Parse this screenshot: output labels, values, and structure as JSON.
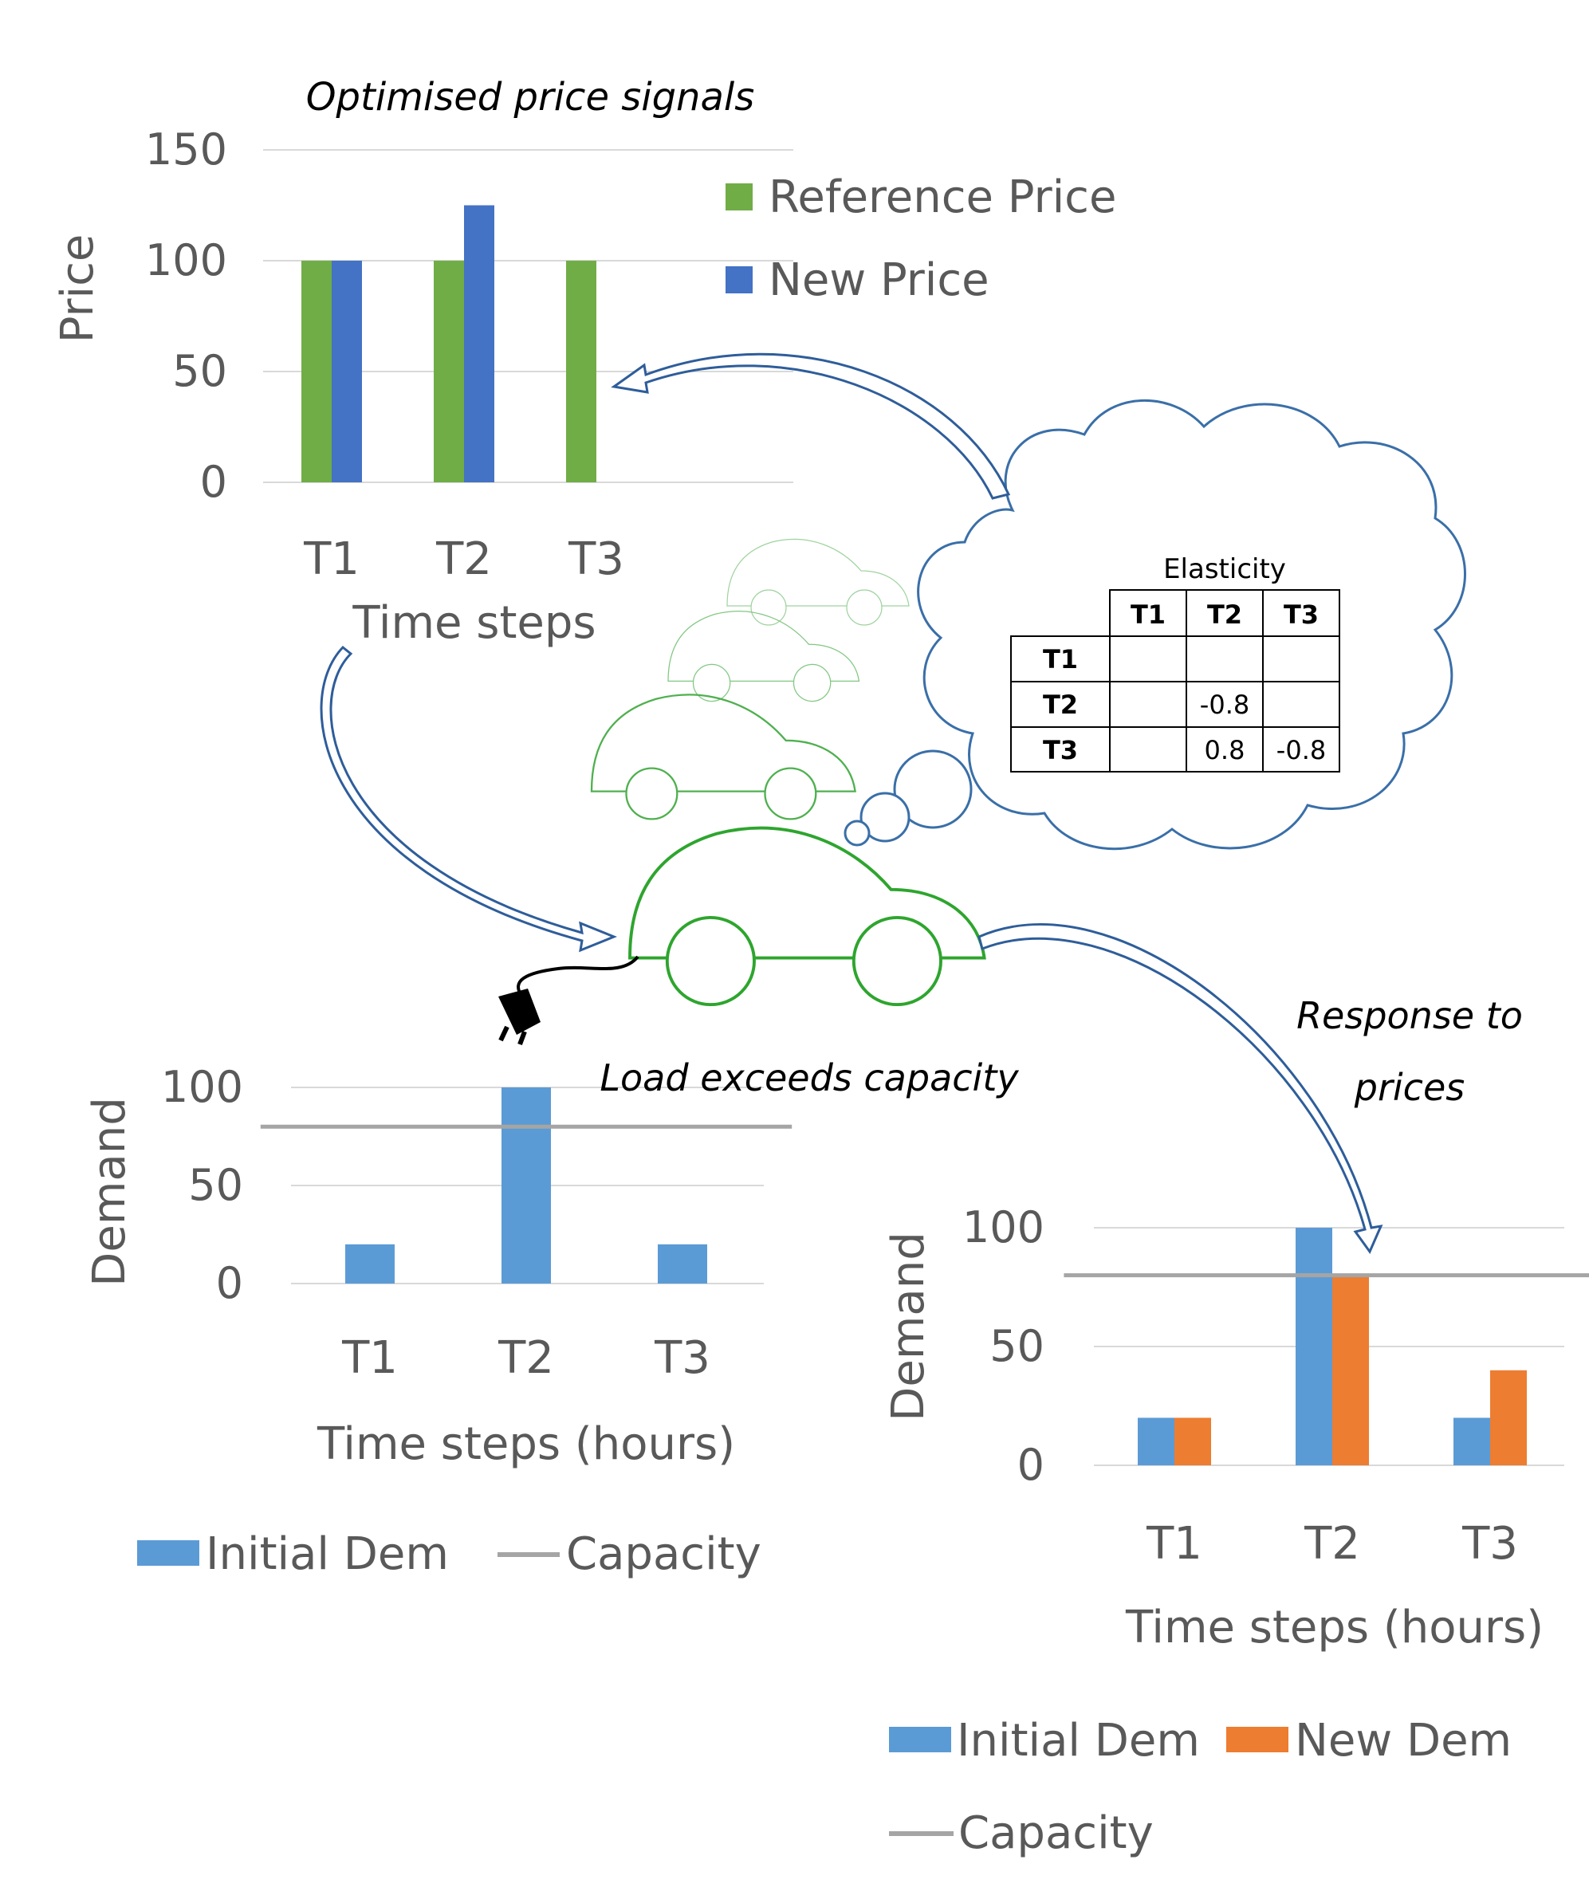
{
  "colors": {
    "reference_price": "#70ad47",
    "new_price": "#4472c4",
    "initial_demand": "#5b9bd5",
    "new_demand": "#ed7d31",
    "capacity": "#a5a5a5",
    "car": "#3aa53a",
    "arrow": "#2e5d9a",
    "cloud": "#3a6fa8"
  },
  "icons": [
    "car-icon",
    "plug-icon",
    "thought-cloud-icon",
    "curved-arrow-icon"
  ],
  "annotations": {
    "load_exceeds": "Load exceeds capacity",
    "response_line1": "Response to",
    "response_line2": "prices"
  },
  "elasticity": {
    "title": "Elasticity",
    "col_headers": [
      "T1",
      "T2",
      "T3"
    ],
    "rows": [
      {
        "label": "T1",
        "cells": [
          "",
          "",
          ""
        ]
      },
      {
        "label": "T2",
        "cells": [
          "",
          "-0.8",
          ""
        ]
      },
      {
        "label": "T3",
        "cells": [
          "",
          "0.8",
          "-0.8"
        ]
      }
    ]
  },
  "chart_data": [
    {
      "type": "bar",
      "title": "Optimised price signals",
      "xlabel": "Time steps",
      "ylabel": "Price",
      "categories": [
        "T1",
        "T2",
        "T3"
      ],
      "ylim": [
        0,
        150
      ],
      "yticks": [
        0,
        50,
        100,
        150
      ],
      "series": [
        {
          "name": "Reference Price",
          "values": [
            100,
            100,
            100
          ]
        },
        {
          "name": "New Price",
          "values": [
            100,
            125,
            0
          ]
        }
      ],
      "legend": "top-right",
      "grid": true
    },
    {
      "type": "bar",
      "title": "",
      "xlabel": "Time steps (hours)",
      "ylabel": "Demand",
      "categories": [
        "T1",
        "T2",
        "T3"
      ],
      "ylim": [
        0,
        100
      ],
      "yticks": [
        0,
        50,
        100
      ],
      "series": [
        {
          "name": "Initial Dem",
          "values": [
            20,
            100,
            20
          ]
        }
      ],
      "capacity": {
        "name": "Capacity",
        "value": 80
      },
      "legend": "bottom",
      "grid": true
    },
    {
      "type": "bar",
      "title": "",
      "xlabel": "Time steps (hours)",
      "ylabel": "Demand",
      "categories": [
        "T1",
        "T2",
        "T3"
      ],
      "ylim": [
        0,
        100
      ],
      "yticks": [
        0,
        50,
        100
      ],
      "series": [
        {
          "name": "Initial Dem",
          "values": [
            20,
            100,
            20
          ]
        },
        {
          "name": "New Dem",
          "values": [
            20,
            80,
            40
          ]
        }
      ],
      "capacity": {
        "name": "Capacity",
        "value": 80
      },
      "legend": "bottom",
      "grid": true
    }
  ]
}
